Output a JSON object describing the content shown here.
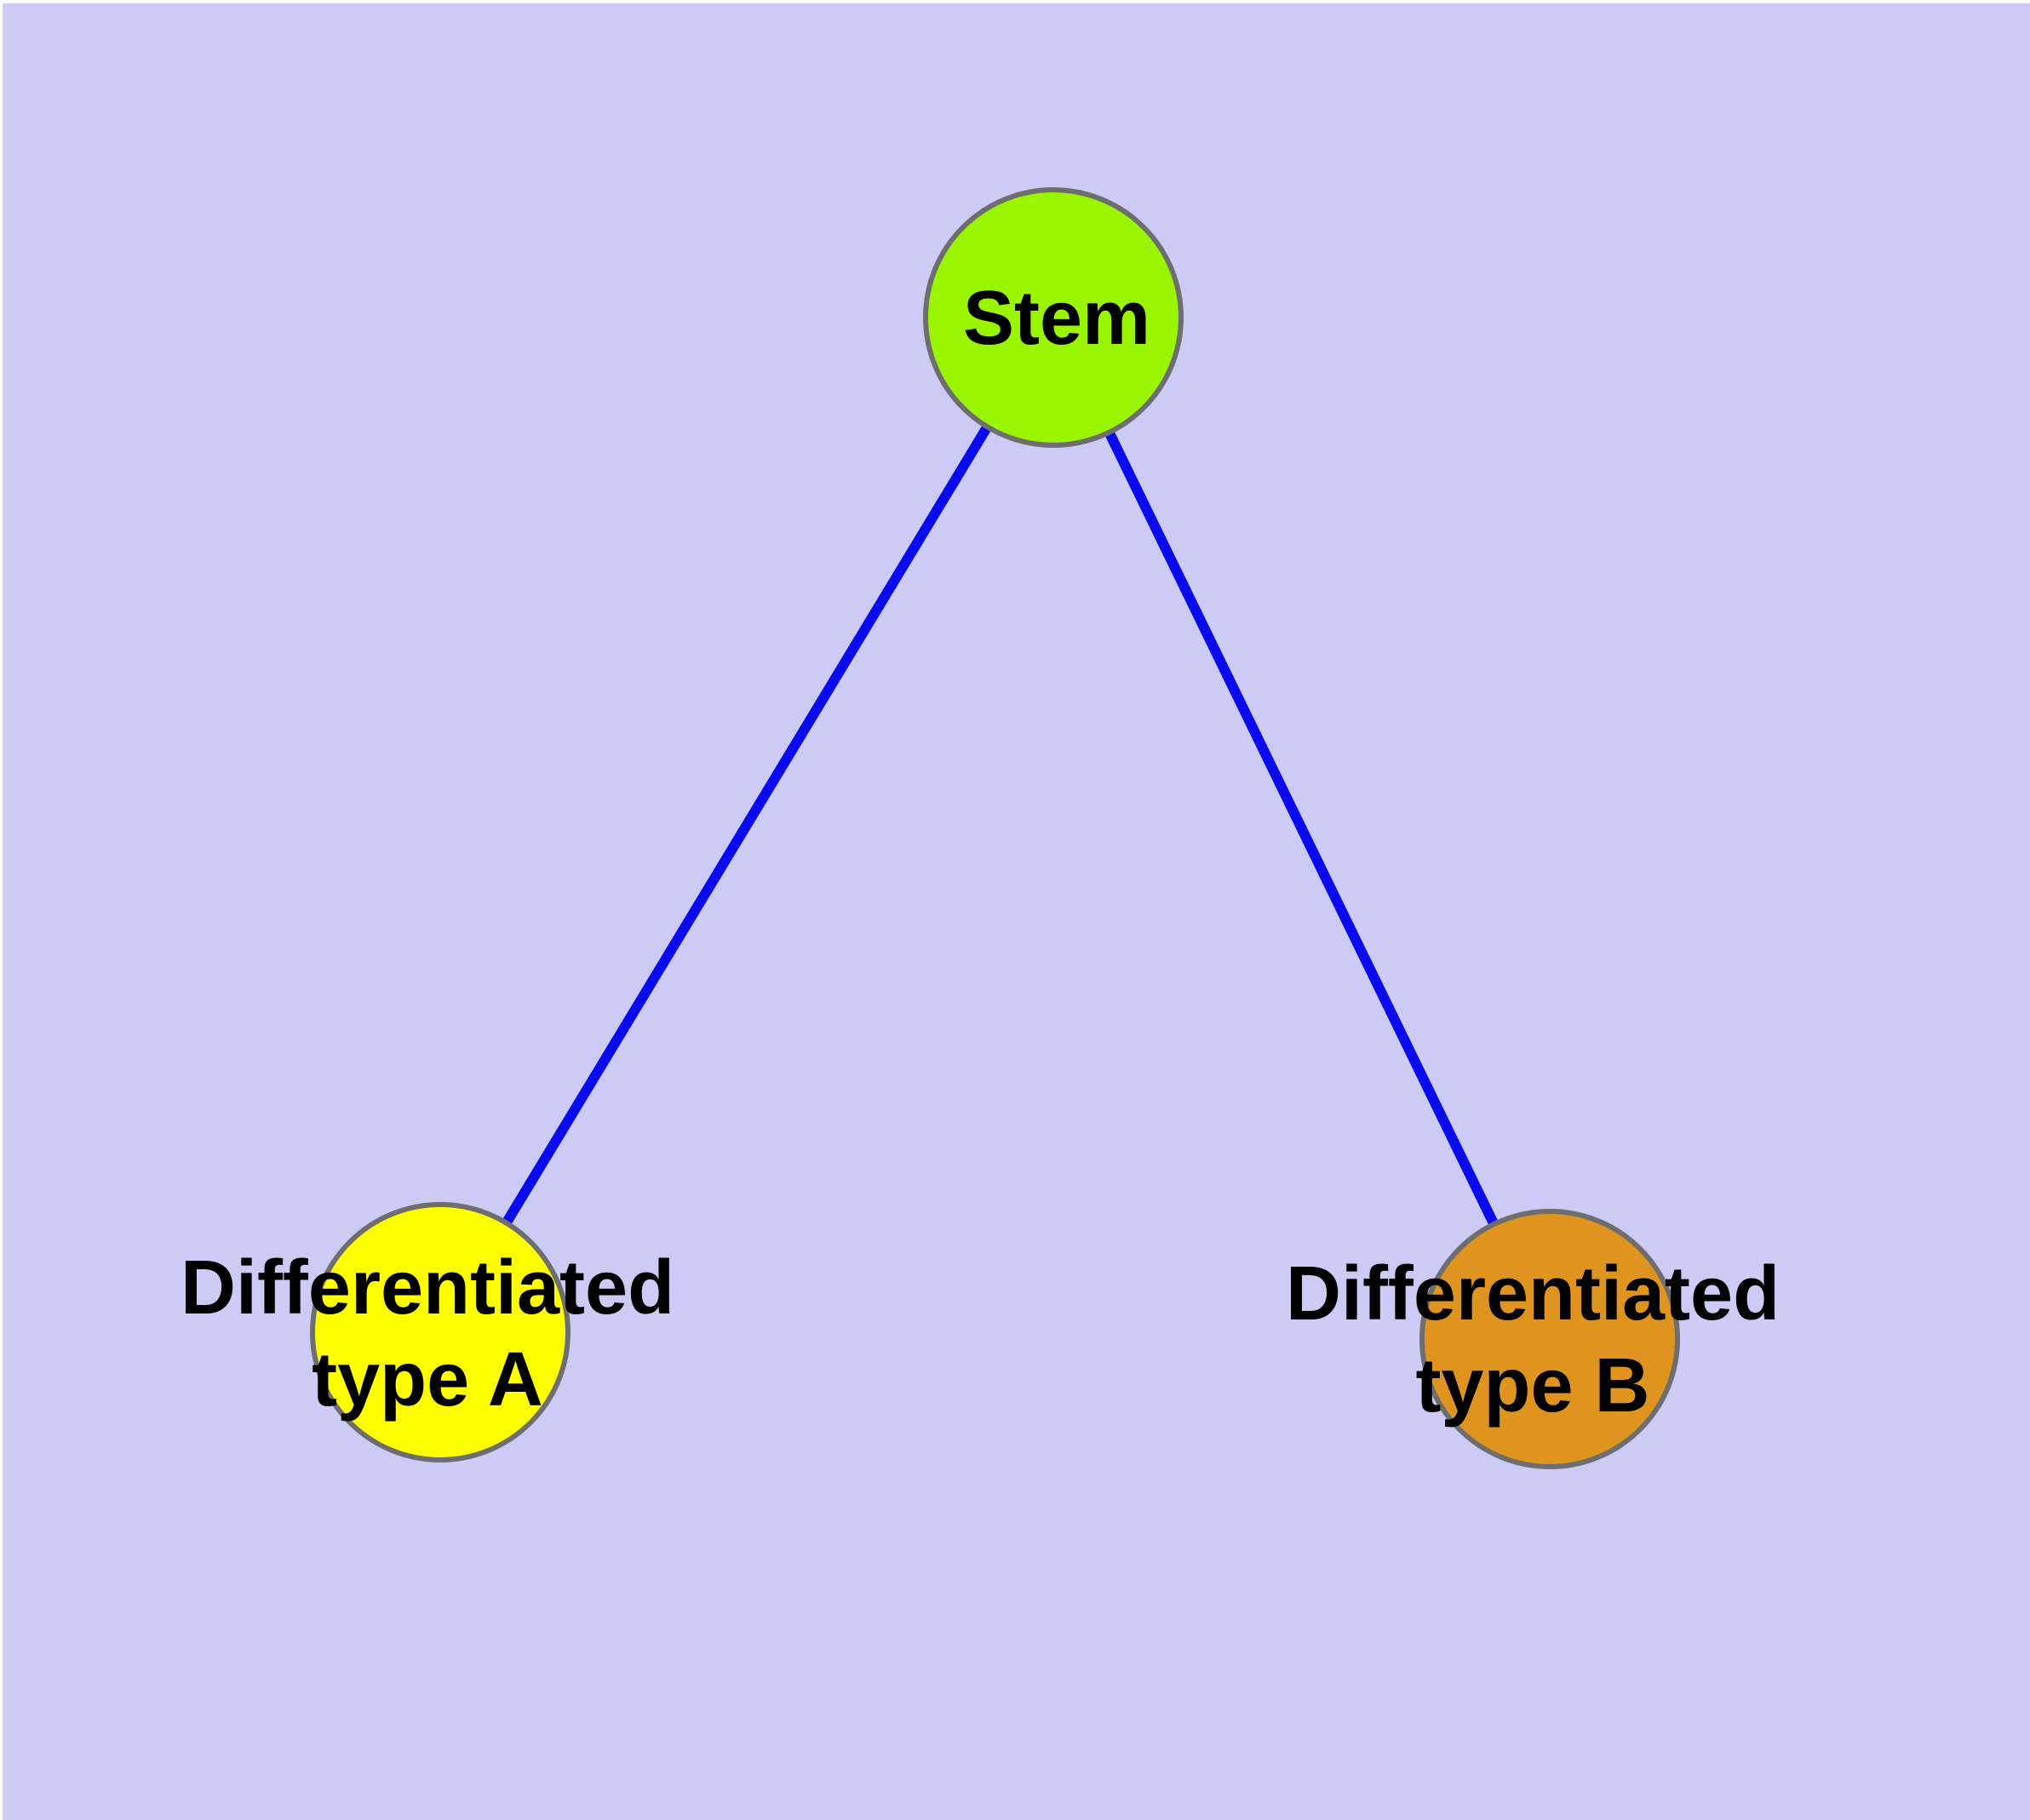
{
  "diagram": {
    "type": "graph",
    "background_color": "#CBCBF6",
    "page_margin_color": "#FFFFFF",
    "edge_color": "#0A0AEE",
    "node_border_color": "#6E6E6E",
    "label_color": "#000000",
    "nodes": [
      {
        "id": "stem",
        "label": "Stem",
        "fill": "#99F500"
      },
      {
        "id": "differentiated-type-a",
        "label": "Differentiated type A",
        "label_line1": "Differentiated",
        "label_line2": "type A",
        "fill": "#FFFF00"
      },
      {
        "id": "differentiated-type-b",
        "label": "Differentiated type B",
        "label_line1": "Differentiated",
        "label_line2": "type B",
        "fill": "#DE941E"
      }
    ],
    "edges": [
      {
        "from": "Stem",
        "to": "Differentiated type A"
      },
      {
        "from": "Stem",
        "to": "Differentiated type B"
      }
    ]
  }
}
